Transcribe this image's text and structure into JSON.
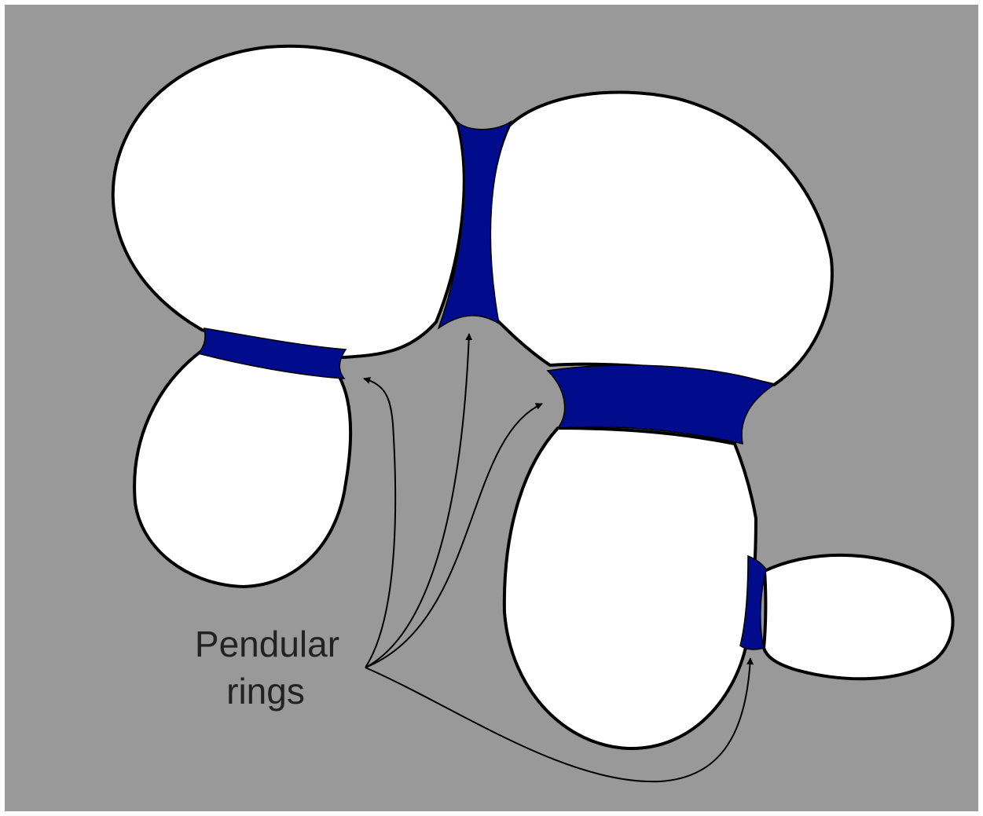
{
  "diagram": {
    "label_line1": "Pendular",
    "label_line2": "rings",
    "colors": {
      "background": "#999999",
      "grain_fill": "#ffffff",
      "outline": "#000000",
      "liquid_bridge": "#000c8c",
      "arrow": "#000000",
      "label": "#222222"
    },
    "elements": {
      "grains": [
        "grain-upper-left",
        "grain-lower-left",
        "grain-upper-right",
        "grain-lower-right",
        "grain-small-right"
      ],
      "liquid_bridges": [
        "bridge-left",
        "bridge-top-center",
        "bridge-center-right",
        "bridge-lower-right"
      ],
      "pointer_arrows": 4
    }
  }
}
